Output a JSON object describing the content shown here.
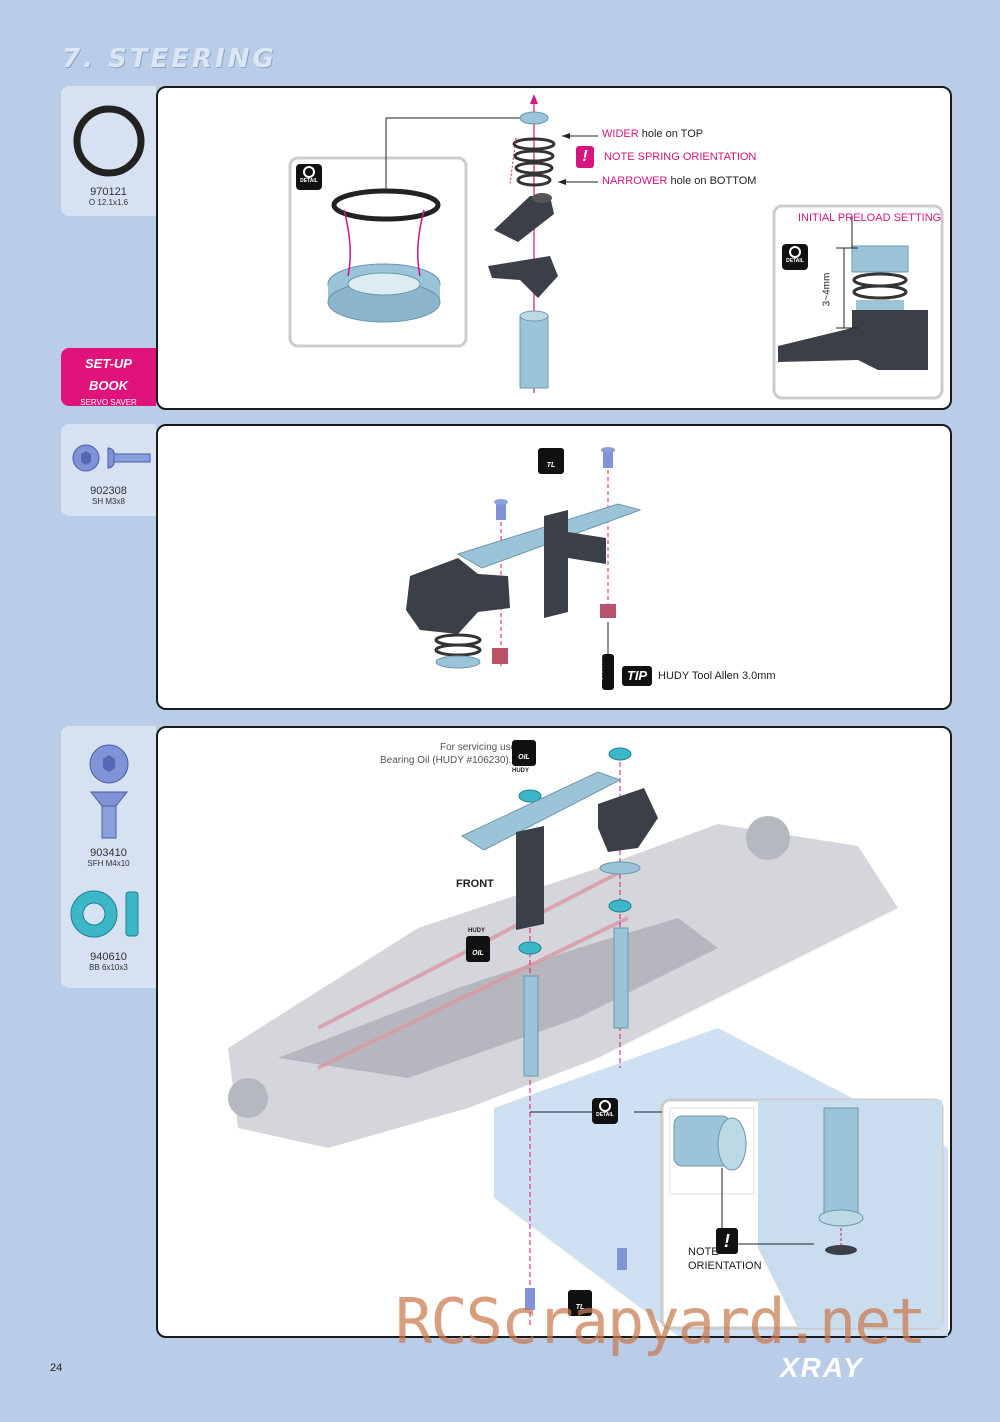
{
  "header": {
    "title": "7. STEERING"
  },
  "parts": [
    {
      "code": "970121",
      "desc": "O 12.1x1.6"
    },
    {
      "code": "902308",
      "desc": "SH M3x8"
    },
    {
      "code": "903410",
      "desc": "SFH M4x10"
    },
    {
      "code": "940610",
      "desc": "BB 6x10x3"
    }
  ],
  "setup_book": {
    "line1": "SET-UP",
    "line2": "BOOK",
    "caption": "SERVO SAVER"
  },
  "step1": {
    "wider_strong": "WIDER",
    "wider_rest": " hole on TOP",
    "note": "NOTE SPRING ORIENTATION",
    "narrower_strong": "NARROWER",
    "narrower_rest": " hole on BOTTOM",
    "preload_title": "INITIAL PRELOAD SETTING",
    "preload_dim": "3~4mm",
    "detail_label": "DETAIL"
  },
  "step2": {
    "tip_badge": "TIP",
    "tool": "HUDY Tool Allen 3.0mm",
    "tool_size": "3.0mm",
    "tl_label": "TL"
  },
  "step3": {
    "service_line1": "For servicing use",
    "service_line2": "Bearing Oil (HUDY #106230).",
    "oil_label": "OIL",
    "hudy_label": "HUDY",
    "front_label": "FRONT",
    "note_line1": "NOTE",
    "note_line2": "ORIENTATION",
    "detail_label": "DETAIL",
    "tl_label": "TL"
  },
  "footer": {
    "page": "24",
    "brand": "XRAY",
    "watermark": "RCScrapyard.net"
  },
  "colors": {
    "background": "#b9cde9",
    "magenta": "#d6157f",
    "part_blue": "#9cc4d8",
    "part_dark": "#3b3f47"
  }
}
